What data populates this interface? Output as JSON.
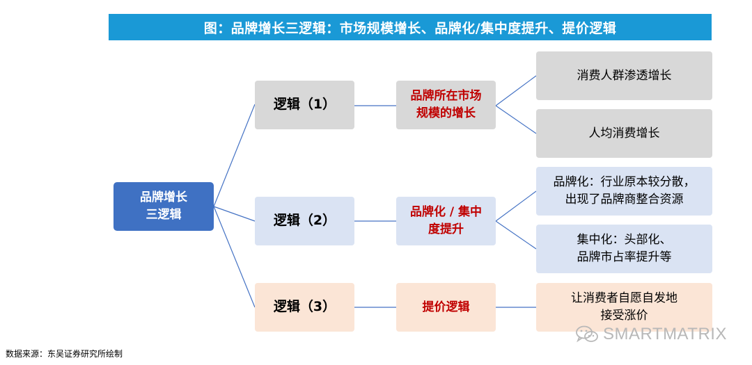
{
  "title": "图：品牌增长三逻辑：市场规模增长、品牌化/集中度提升、提价逻辑",
  "root": {
    "line1": "品牌增长",
    "line2": "三逻辑"
  },
  "branches": [
    {
      "logic": "逻辑（1）",
      "mid": {
        "line1": "品牌所在市场",
        "line2": "规模的增长"
      },
      "leaves": [
        {
          "line1": "消费人群渗透增长"
        },
        {
          "line1": "人均消费增长"
        }
      ]
    },
    {
      "logic": "逻辑（2）",
      "mid": {
        "line1": "品牌化 / 集中",
        "line2": "度提升"
      },
      "leaves": [
        {
          "line1": "品牌化：行业原本较分散，",
          "line2": "出现了品牌商整合资源"
        },
        {
          "line1": "集中化：头部化、",
          "line2": "品牌市占率提升等"
        }
      ]
    },
    {
      "logic": "逻辑（3）",
      "mid": {
        "line1": "提价逻辑"
      },
      "leaves": [
        {
          "line1": "让消费者自愿自发地",
          "line2": "接受涨价"
        }
      ]
    }
  ],
  "watermark": "SMARTMATRIX",
  "source": "数据来源：东吴证券研究所绘制",
  "colors": {
    "banner": "#1a99d6",
    "root": "#3f71c3",
    "gray": "#d8d8d8",
    "blue": "#dae3f3",
    "peach": "#fbe5d6",
    "mid_text": "#c00000",
    "connector": "#4472c4"
  }
}
